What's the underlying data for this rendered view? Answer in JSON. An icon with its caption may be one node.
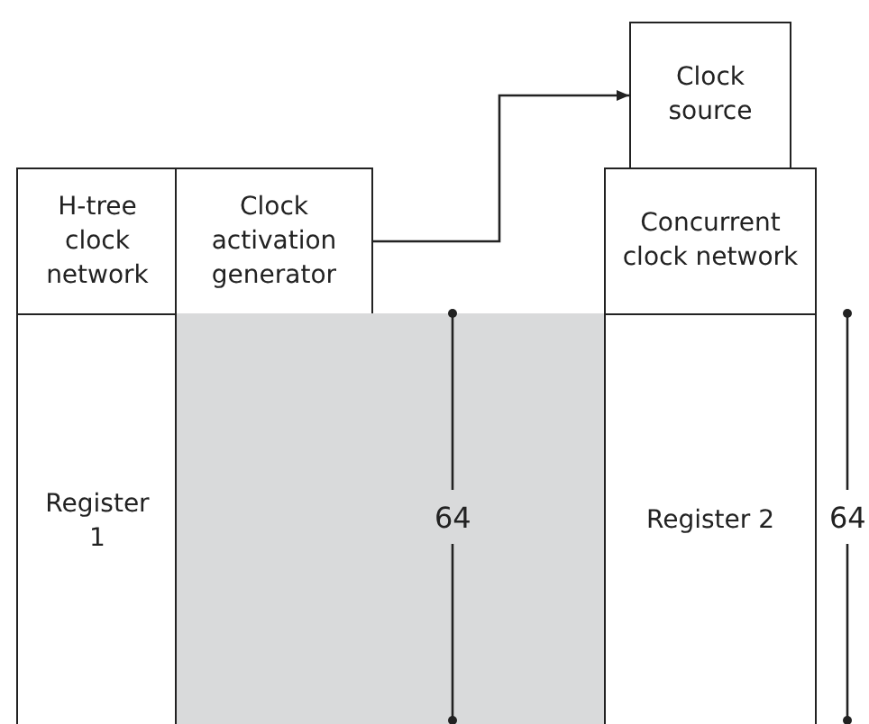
{
  "diagram": {
    "nodes": [
      {
        "text": [
          "H-tree clock network"
        ]
      },
      {
        "text": [
          "Clock activation generator"
        ]
      },
      {
        "text": [
          "Clock source"
        ]
      },
      {
        "text": [
          "Concurrent clock network"
        ]
      },
      {
        "text": [
          "Register 1"
        ]
      },
      {
        "text": [],
        "shape": "box"
      },
      {
        "text": [
          "Register 2"
        ]
      }
    ],
    "edges": [
      {
        "from": 1,
        "to": 2,
        "arrow": "to"
      }
    ],
    "labels": [
      "64",
      "64"
    ]
  }
}
